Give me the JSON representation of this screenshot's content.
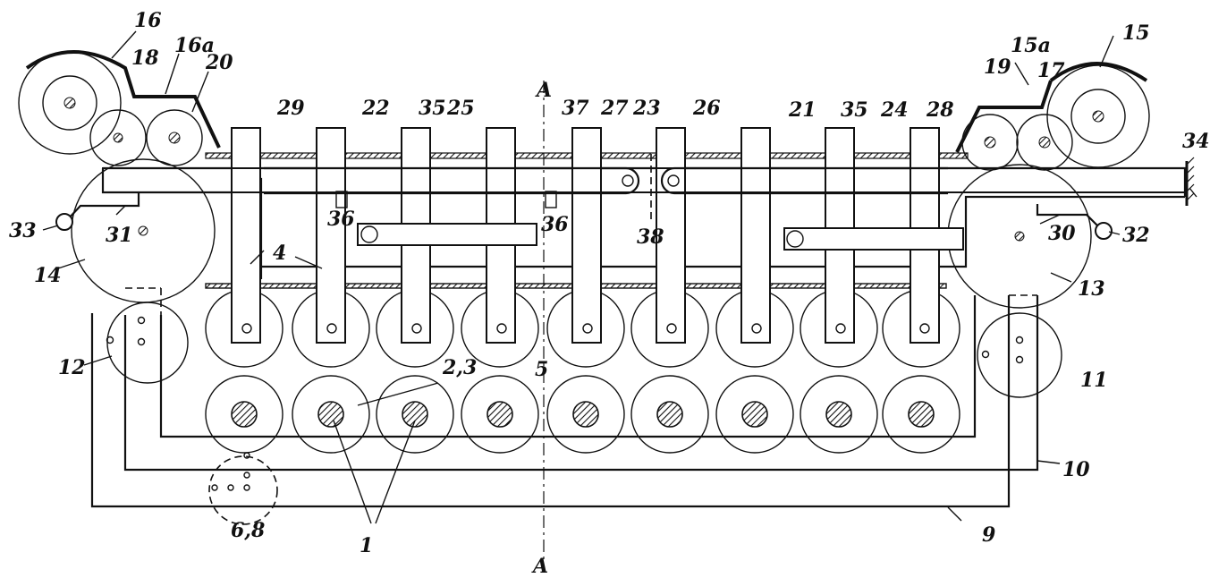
{
  "labels": {
    "l1": "1",
    "l23": "2,3",
    "l4": "4",
    "l5": "5",
    "l68": "6,8",
    "l9": "9",
    "l10": "10",
    "l11": "11",
    "l12": "12",
    "l13": "13",
    "l14": "14",
    "l15": "15",
    "l15a": "15a",
    "l16": "16",
    "l16a": "16a",
    "l17": "17",
    "l18": "18",
    "l19": "19",
    "l20": "20",
    "l21": "21",
    "l22": "22",
    "l23b": "23",
    "l24": "24",
    "l25": "25",
    "l26": "26",
    "l27": "27",
    "l28": "28",
    "l29": "29",
    "l30": "30",
    "l31": "31",
    "l32": "32",
    "l33": "33",
    "l34": "34",
    "l35a": "35",
    "l35b": "35",
    "l36a": "36",
    "l36b": "36",
    "l37": "37",
    "l38": "38",
    "lAtop": "A",
    "lAbot": "A"
  }
}
